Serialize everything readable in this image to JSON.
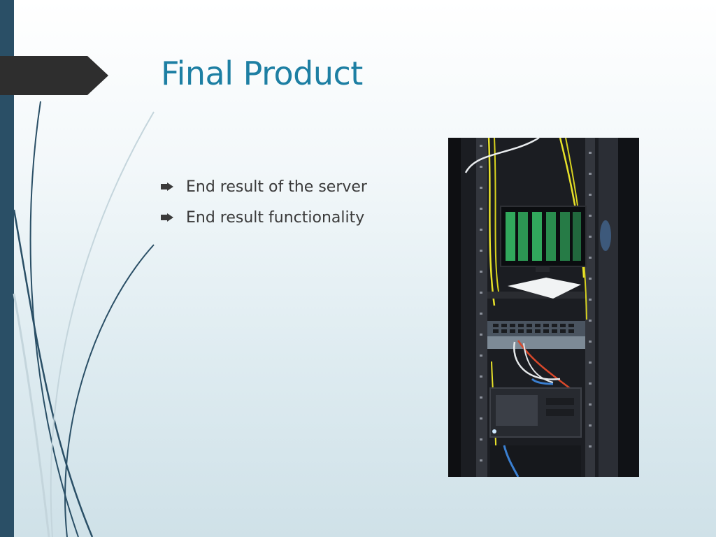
{
  "slide": {
    "title": "Final Product",
    "bullets": [
      {
        "text": "End result of the server",
        "icon": "arrow-right-icon"
      },
      {
        "text": "End result functionality",
        "icon": "arrow-right-icon"
      }
    ],
    "image": {
      "subject": "server-rack-photo"
    }
  },
  "colors": {
    "accent": "#1d7fa3",
    "left_bar": "#2a4f66",
    "title_tab": "#2e2e2e",
    "body_text": "#3a3a3a"
  }
}
